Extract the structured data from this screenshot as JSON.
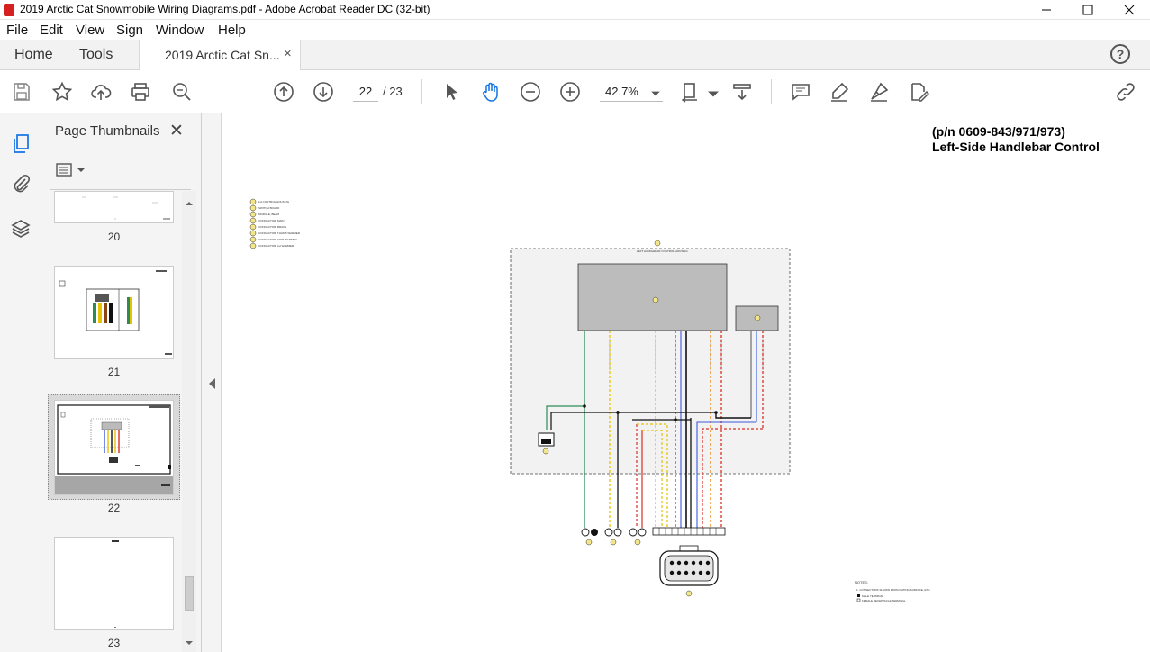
{
  "window": {
    "title": "2019 Arctic Cat Snowmobile Wiring Diagrams.pdf - Adobe Acrobat Reader DC (32-bit)"
  },
  "menu": [
    "File",
    "Edit",
    "View",
    "Sign",
    "Window",
    "Help"
  ],
  "tabs": {
    "home": "Home",
    "tools": "Tools",
    "document": "2019 Arctic Cat Sn...",
    "close": "×",
    "help": "?"
  },
  "toolbar": {
    "page_current": "22",
    "page_total": "/ 23",
    "zoom": "42.7%"
  },
  "panel": {
    "title": "Page Thumbnails",
    "close": "✕",
    "thumbnails": [
      {
        "number": "20"
      },
      {
        "number": "21"
      },
      {
        "number": "22",
        "selected": true
      },
      {
        "number": "23"
      }
    ]
  },
  "document": {
    "title_line1": "(p/n 0609-843/971/973)",
    "title_line2": "Left-Side Handlebar Control",
    "legend": [
      "LH CONTROL HOUSING",
      "SWITCH BOARD",
      "MODULE, BEAM",
      "CONNECTOR, MAIN",
      "CONNECTOR, BRAKE",
      "CONNECTOR, THUMB WARMER",
      "CONNECTOR, GRIP WARMER",
      "CONNECTOR, LH WARMER"
    ],
    "housing_label": "LEFT HANDLEBAR CONTROL HOUSING",
    "notes_title": "NOTES:",
    "note_1": "1. CONNECTORS SHOWN FROM MATING SURFACE, ETC.",
    "note_2": "MALE TERMINAL",
    "note_3": "FEMALE RECEPTACLE TERMINAL"
  },
  "colors": {
    "accent": "#1473e6",
    "wire_green": "#2e8b57",
    "wire_yellow": "#e6c200",
    "wire_black": "#111111",
    "wire_red": "#d93025",
    "wire_blue": "#3b5bdb",
    "wire_gray": "#777777",
    "wire_orange": "#e8820c"
  }
}
